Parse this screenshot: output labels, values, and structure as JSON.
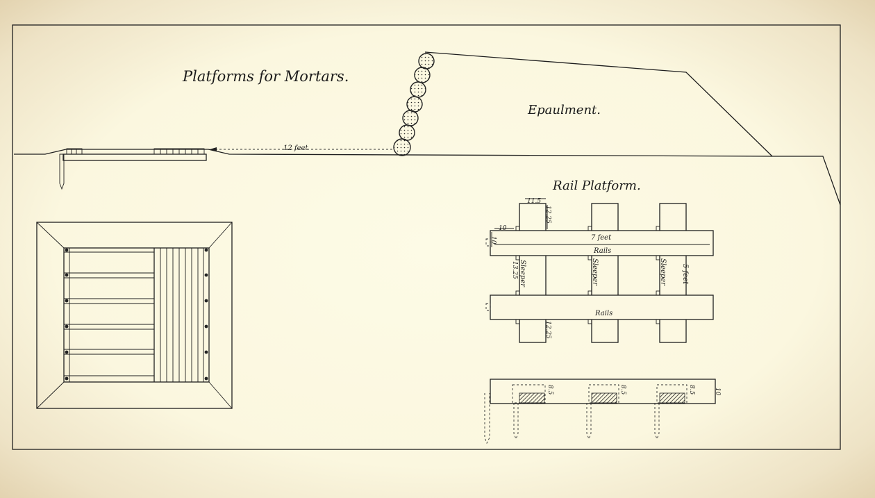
{
  "diagram": {
    "title": "Platforms for Mortars.",
    "epaulment_label": "Epaulment.",
    "distance_label": "12 feet",
    "rail_platform_title": "Rail Platform.",
    "rail_label_top": "Rails",
    "rail_label_bottom": "Rails",
    "sleeper_label": "Sleeper",
    "dim_length": "7 feet",
    "dim_span": "5 feet",
    "dim_sleeper_width": "11.5",
    "dim_sleeper_depth_top": "12.25",
    "dim_sleeper_depth_bottom": "12.25",
    "dim_sleeper_gap": "13.25",
    "dim_rail_width": "10",
    "dim_rail_height": "10",
    "dim_section_height": "10",
    "dim_section_a": "8.5",
    "dim_section_b": "8.5",
    "dim_section_c": "8.5"
  }
}
